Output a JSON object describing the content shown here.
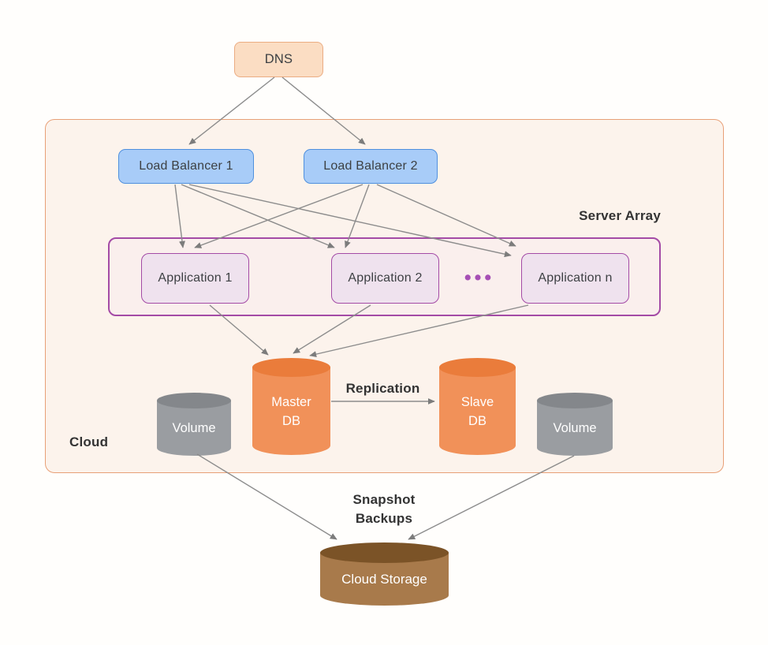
{
  "diagram": {
    "dns": {
      "label": "DNS"
    },
    "load_balancers": [
      {
        "label": "Load Balancer 1"
      },
      {
        "label": "Load Balancer 2"
      }
    ],
    "server_array": {
      "title": "Server Array",
      "applications": [
        {
          "label": "Application 1"
        },
        {
          "label": "Application 2"
        },
        {
          "label": "Application n"
        }
      ],
      "ellipsis": "•••"
    },
    "cloud": {
      "label": "Cloud"
    },
    "databases": {
      "master": {
        "label": "Master\nDB"
      },
      "slave": {
        "label": "Slave\nDB"
      },
      "replication_label": "Replication"
    },
    "volumes": [
      {
        "label": "Volume"
      },
      {
        "label": "Volume"
      }
    ],
    "backups_label": "Snapshot\nBackups",
    "cloud_storage": {
      "label": "Cloud Storage"
    },
    "connections": [
      {
        "from": "DNS",
        "to": "Load Balancer 1"
      },
      {
        "from": "DNS",
        "to": "Load Balancer 2"
      },
      {
        "from": "Load Balancer 1",
        "to": "Application 1"
      },
      {
        "from": "Load Balancer 1",
        "to": "Application 2"
      },
      {
        "from": "Load Balancer 1",
        "to": "Application n"
      },
      {
        "from": "Load Balancer 2",
        "to": "Application 1"
      },
      {
        "from": "Load Balancer 2",
        "to": "Application 2"
      },
      {
        "from": "Load Balancer 2",
        "to": "Application n"
      },
      {
        "from": "Application 1",
        "to": "Master DB"
      },
      {
        "from": "Application 2",
        "to": "Master DB"
      },
      {
        "from": "Application n",
        "to": "Master DB"
      },
      {
        "from": "Master DB",
        "to": "Slave DB",
        "label": "Replication"
      },
      {
        "from": "Volume (left)",
        "to": "Cloud Storage",
        "label": "Snapshot Backups"
      },
      {
        "from": "Volume (right)",
        "to": "Cloud Storage",
        "label": "Snapshot Backups"
      }
    ]
  },
  "colors": {
    "dns_fill": "#FBDDC3",
    "dns_border": "#EBAC82",
    "load_balancer_fill": "#A8CCF8",
    "load_balancer_border": "#4F90DE",
    "application_fill": "#EFE2EE",
    "purple_border": "#A44BA6",
    "db_body": "#F19159",
    "db_top": "#EA7C3B",
    "volume_body": "#9A9DA1",
    "volume_top": "#84878B",
    "storage_body": "#A87A4B",
    "storage_top": "#7B5327",
    "cloud_fill": "#FCF3EC",
    "cloud_border": "#E8A077",
    "arrow": "#8C8C8C",
    "ellipsis_dots": "#A64FB5",
    "text": "#3D4043"
  }
}
